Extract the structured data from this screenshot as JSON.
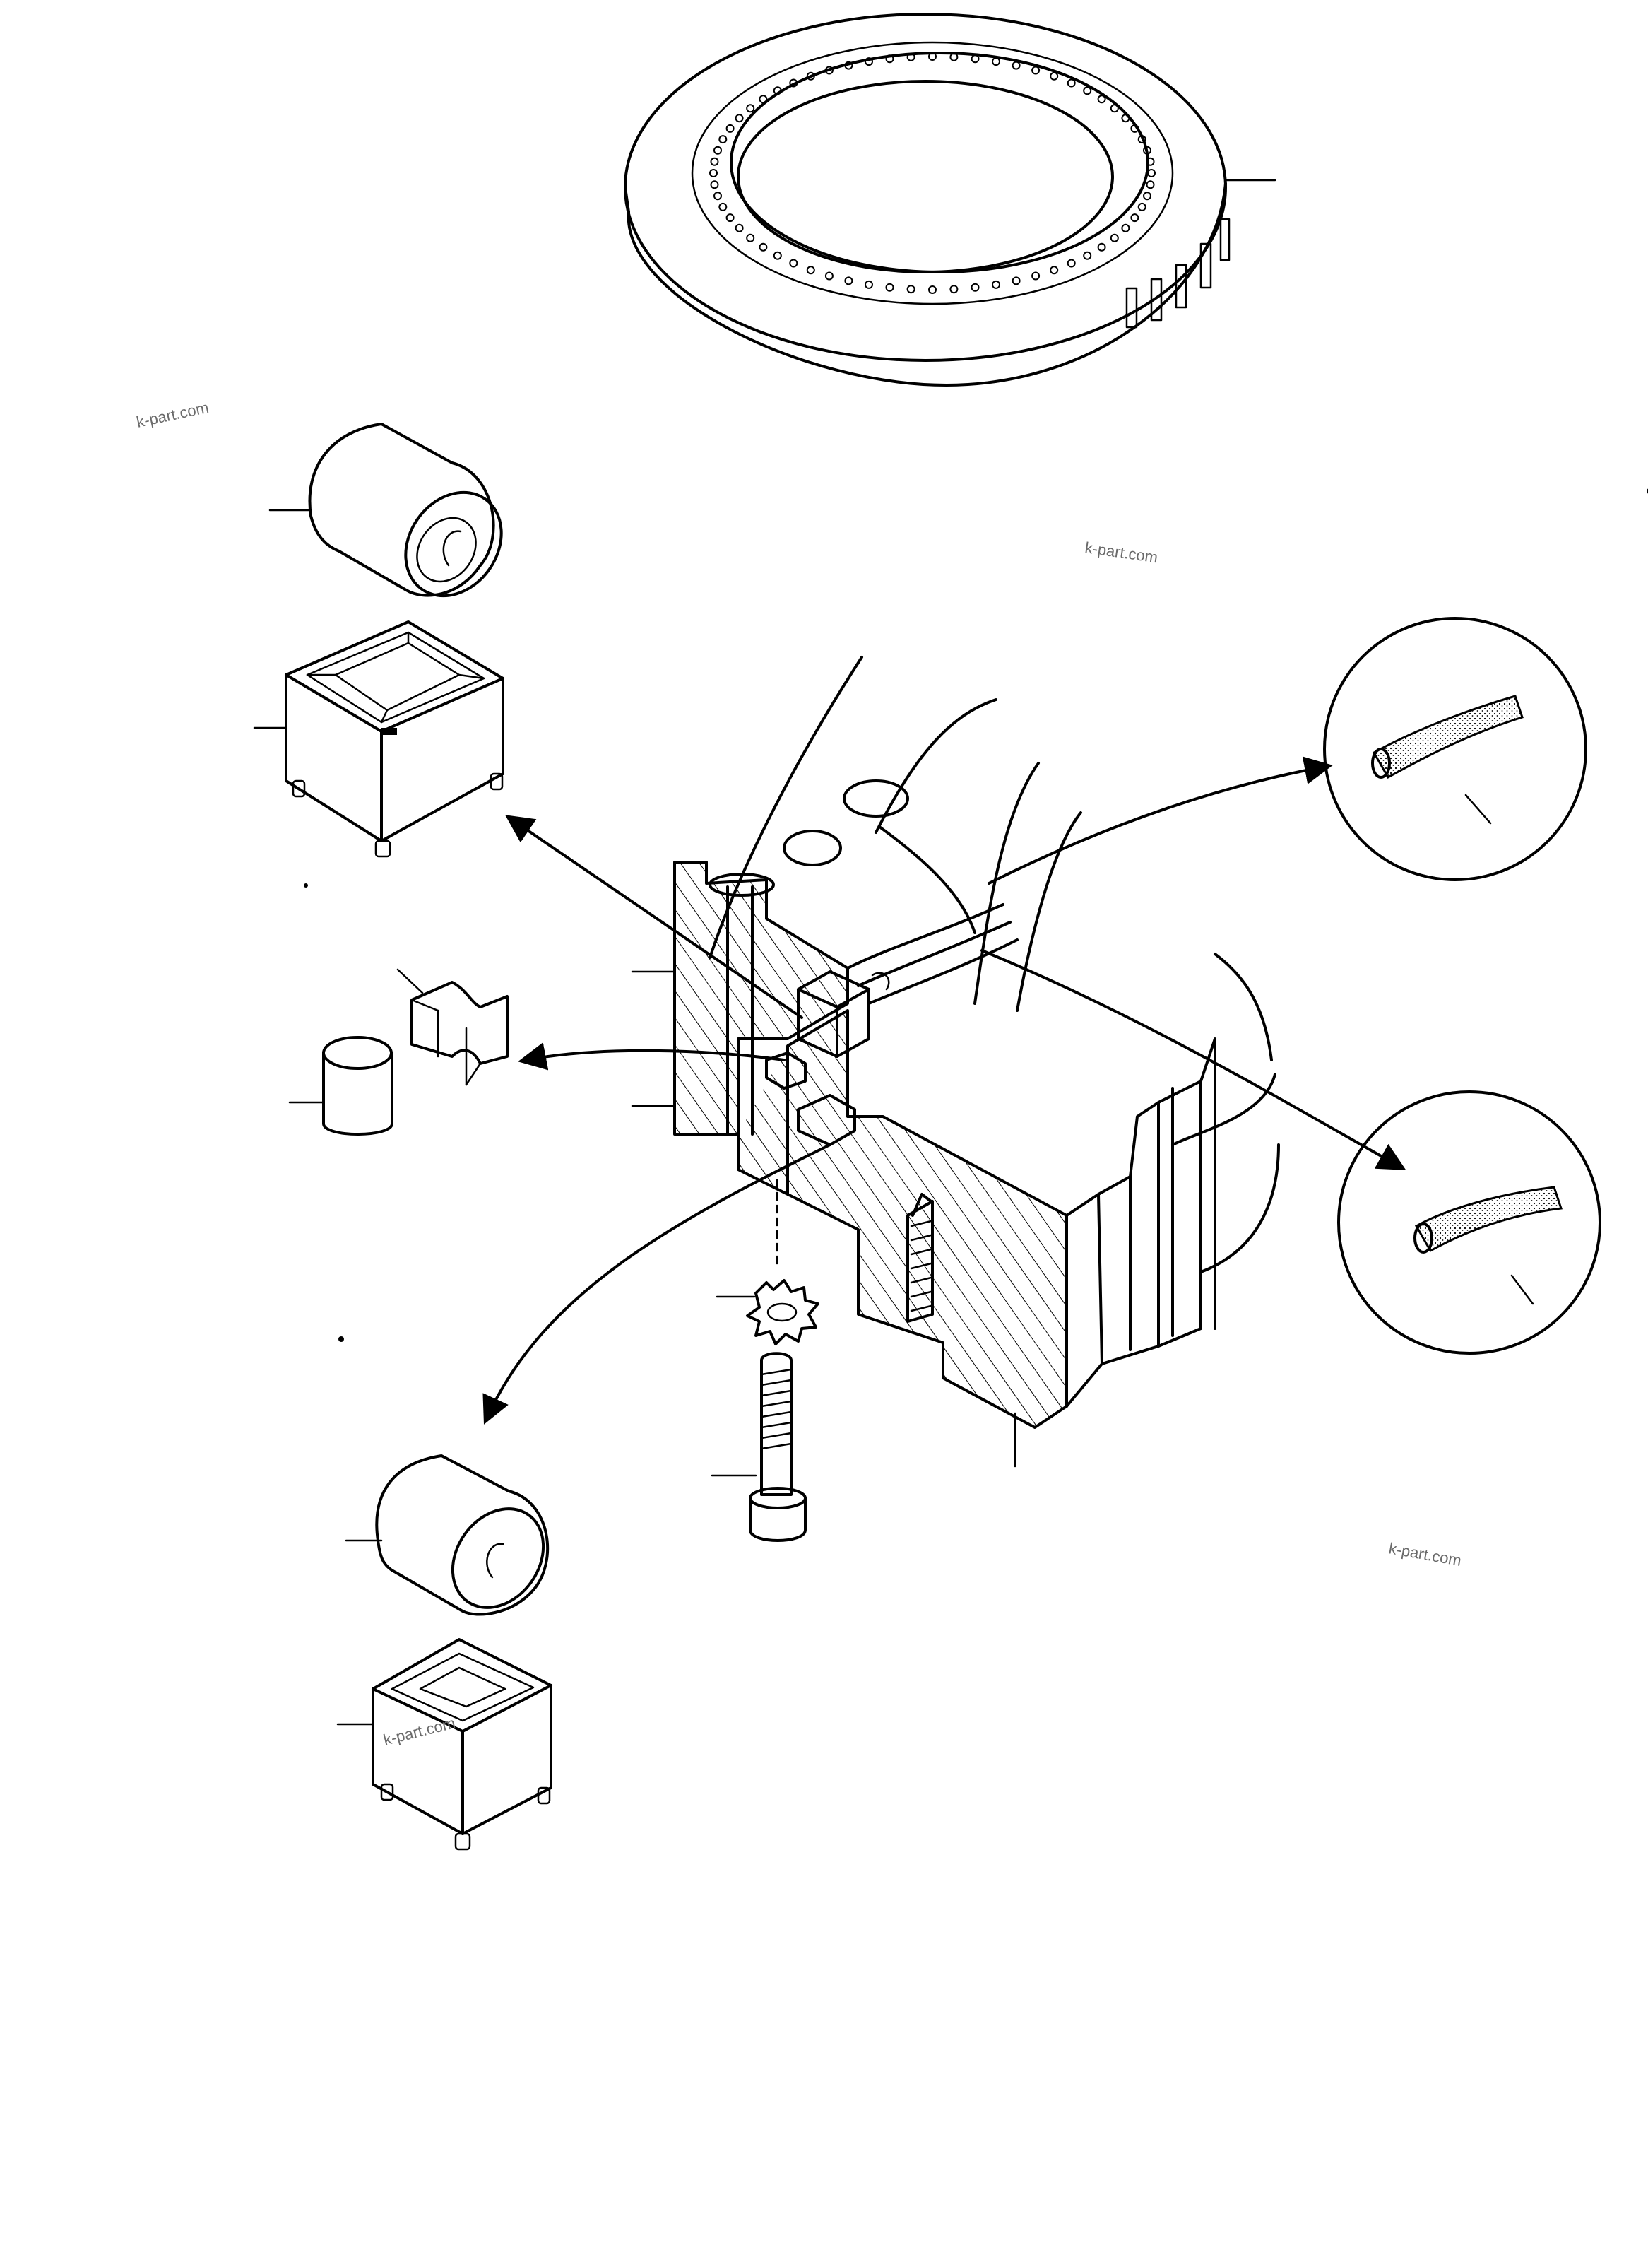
{
  "watermarks": [
    "k-part.com",
    "k-part.com",
    "k-part.com",
    "k-part.com"
  ],
  "components": [
    "slewing-ring",
    "roller-top",
    "cage-top",
    "spacer-clip",
    "pin",
    "seal-top",
    "seal-bottom",
    "lock-washer",
    "bolt",
    "roller-bottom",
    "cage-bottom",
    "ring-cross-section"
  ]
}
